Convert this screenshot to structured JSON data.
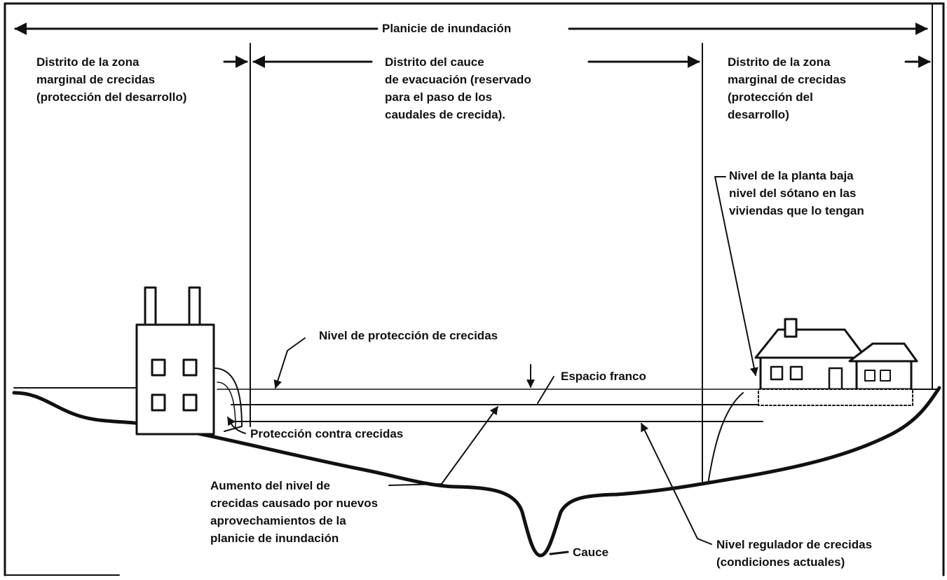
{
  "labels": {
    "floodplain": "Planicie de inundación",
    "fringe_left": [
      "Distrito de la zona",
      "marginal de crecidas",
      "(protección del desarrollo)"
    ],
    "floodway": [
      "Distrito del cauce",
      "de evacuación (reservado",
      "para el paso de los",
      "caudales de crecida)."
    ],
    "fringe_right": [
      "Distrito de la zona",
      "marginal de crecidas",
      "(protección del",
      "desarrollo)"
    ],
    "ground_floor": [
      "Nivel de la planta baja",
      "nivel del sótano en las",
      "viviendas que lo tengan"
    ],
    "protection_level": "Nivel de protección de crecidas",
    "freeboard": "Espacio franco",
    "flood_protection": "Protección contra crecidas",
    "stage_increase": [
      "Aumento del nivel de",
      "crecidas causado por nuevos",
      "aprovechamientos de la",
      "planicie de inundación"
    ],
    "regulatory_level": [
      "Nivel regulador de crecidas",
      "(condiciones actuales)"
    ],
    "channel": "Cauce"
  },
  "colors": {
    "ink": "#111111",
    "paper": "#ffffff"
  }
}
